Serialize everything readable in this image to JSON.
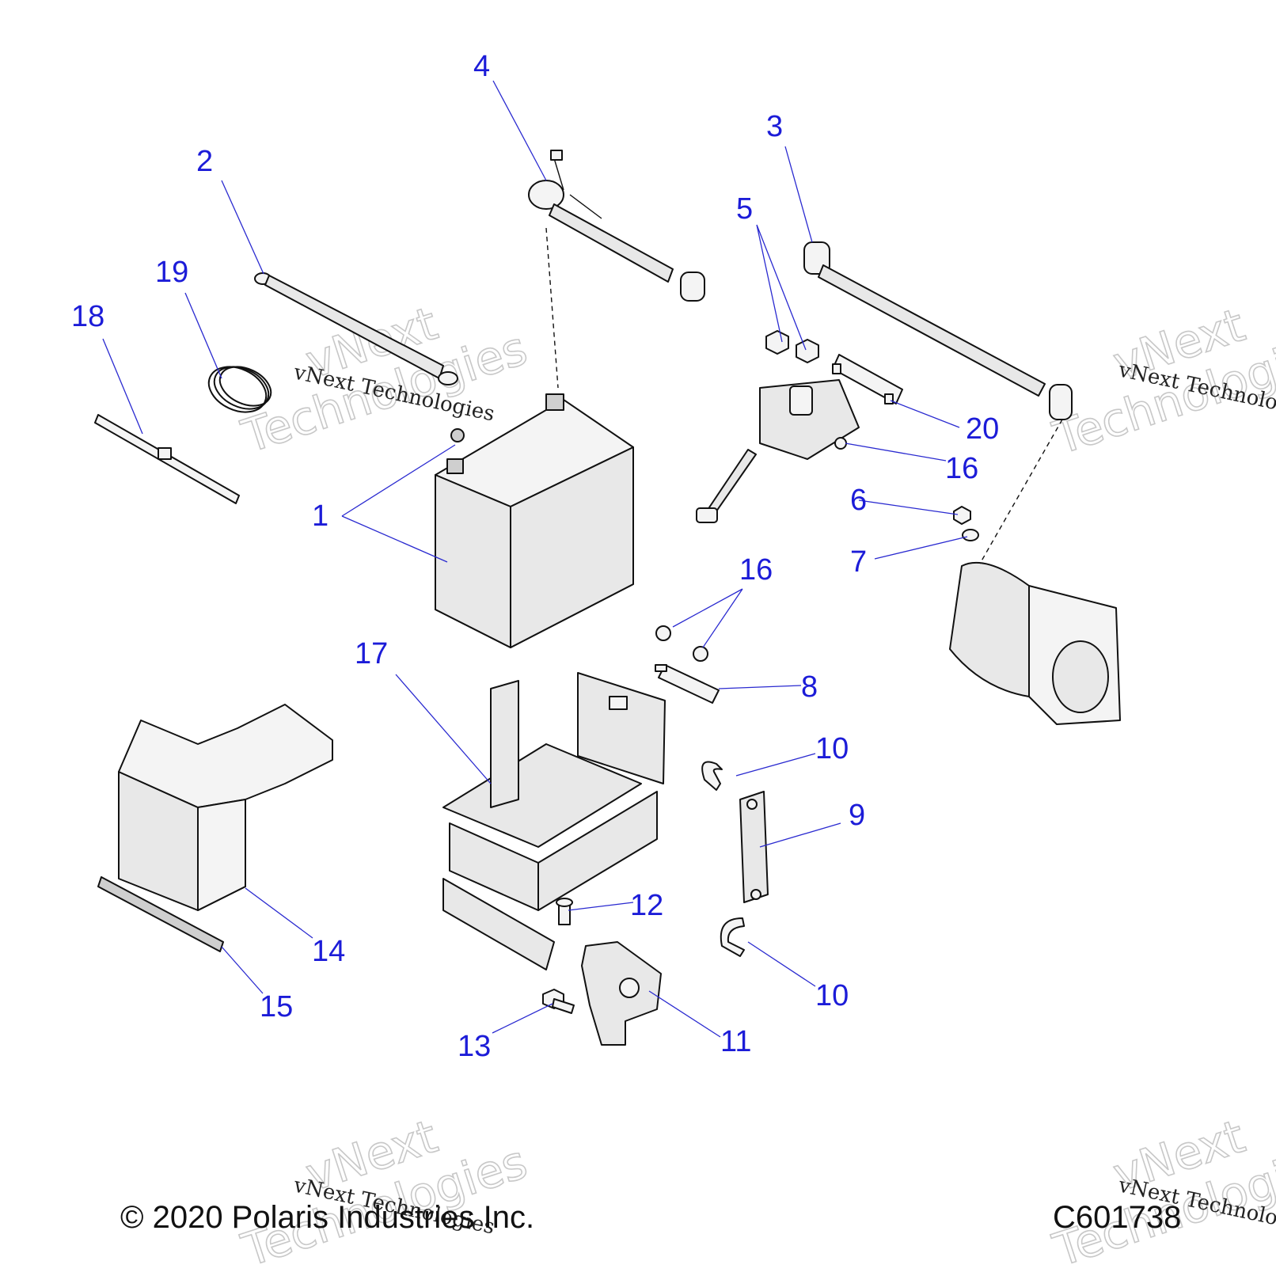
{
  "callouts": {
    "c1": "1",
    "c2": "2",
    "c3": "3",
    "c4": "4",
    "c5": "5",
    "c6": "6",
    "c7": "7",
    "c8": "8",
    "c9": "9",
    "c10a": "10",
    "c10b": "10",
    "c11": "11",
    "c12": "12",
    "c13": "13",
    "c14": "14",
    "c15": "15",
    "c16a": "16",
    "c16b": "16",
    "c17": "17",
    "c18": "18",
    "c19": "19",
    "c20": "20"
  },
  "watermark": {
    "line1": "vNext Technologies",
    "big1": "vNext",
    "big2": "Technologies"
  },
  "footer": {
    "copyright": "© 2020 Polaris Industries Inc.",
    "code": "C601738"
  },
  "colors": {
    "callout": "#1c1cd8",
    "line": "#111111",
    "part_fill": "#e8e8e8"
  }
}
